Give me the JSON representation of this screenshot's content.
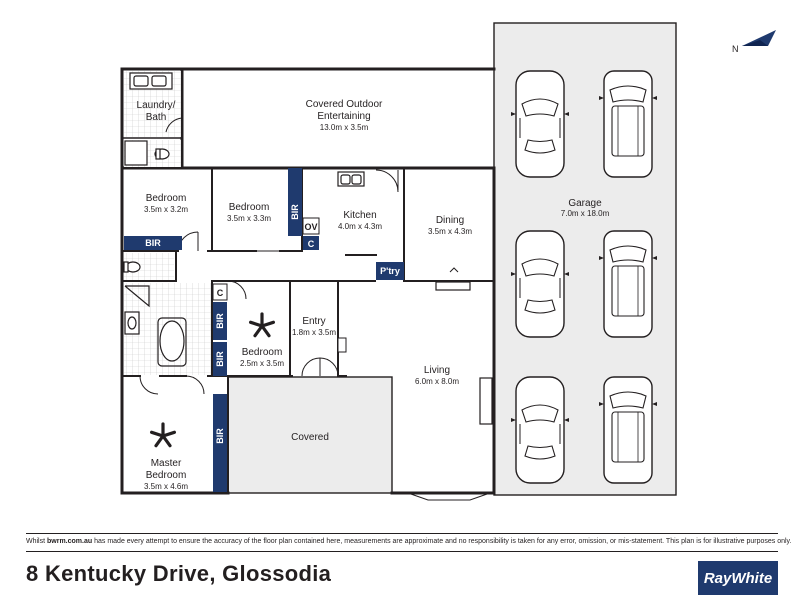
{
  "rooms": {
    "laundry": {
      "name_line1": "Laundry/",
      "name_line2": "Bath"
    },
    "outdoor": {
      "name_line1": "Covered Outdoor",
      "name_line2": "Entertaining",
      "dims": "13.0m x 3.5m"
    },
    "bedroom1": {
      "name": "Bedroom",
      "dims": "3.5m x 3.2m"
    },
    "bedroom2": {
      "name": "Bedroom",
      "dims": "3.5m x 3.3m"
    },
    "kitchen": {
      "name": "Kitchen",
      "dims": "4.0m x 4.3m"
    },
    "dining": {
      "name": "Dining",
      "dims": "3.5m x 4.3m"
    },
    "garage": {
      "name": "Garage",
      "dims": "7.0m x 18.0m"
    },
    "bedroom3": {
      "name": "Bedroom",
      "dims": "2.5m x 3.5m"
    },
    "entry": {
      "name": "Entry",
      "dims": "1.8m x 3.5m"
    },
    "living": {
      "name": "Living",
      "dims": "6.0m x 8.0m"
    },
    "covered": {
      "name": "Covered"
    },
    "master": {
      "name_line1": "Master",
      "name_line2": "Bedroom",
      "dims": "3.5m x 4.6m"
    }
  },
  "tags": {
    "bir_v1": "BIR",
    "bir_h": "BIR",
    "ov": "OV",
    "c_kitchen": "C",
    "pantry": "P'try",
    "c_hall": "C",
    "bir_v2": "BIR",
    "bir_v3": "BIR",
    "bir_v4": "BIR"
  },
  "compass": {
    "label": "N"
  },
  "footer": {
    "disclaimer_pre": "Whilst",
    "disclaimer_site": "bwrm.com.au",
    "disclaimer_post": "has made every attempt to ensure the accuracy of the floor plan contained here, measurements are approximate and no responsibility is taken for any error, omission, or mis-statement. This plan is for illustrative purposes only.",
    "address": "8 Kentucky Drive, Glossodia",
    "brand": "RayWhite"
  },
  "colors": {
    "wall": "#231f20",
    "garage_fill": "#ececec",
    "covered_fill": "#ececec",
    "tag_fill": "#1f3a6e",
    "tag_text": "#ffffff"
  }
}
